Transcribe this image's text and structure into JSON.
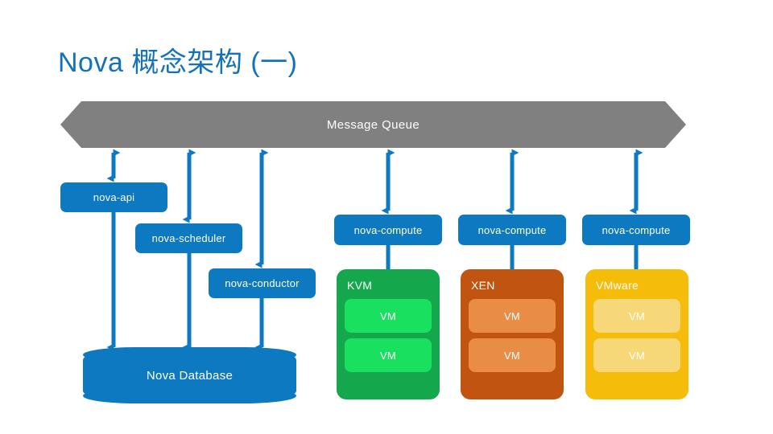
{
  "slide": {
    "title": "Nova 概念架构 (一)",
    "title_color": "#1473b8",
    "background": "#ffffff"
  },
  "message_queue": {
    "label": "Message Queue",
    "color": "#808080",
    "text_color": "#ffffff"
  },
  "services": {
    "accent_color": "#0d79c0",
    "nova_api": "nova-api",
    "nova_scheduler": "nova-scheduler",
    "nova_conductor": "nova-conductor",
    "nova_compute_1": "nova-compute",
    "nova_compute_2": "nova-compute",
    "nova_compute_3": "nova-compute"
  },
  "database": {
    "label": "Nova Database",
    "color": "#0d79c0"
  },
  "hypervisors": [
    {
      "name": "KVM",
      "color": "#14a74b",
      "vm_color": "#19e05e",
      "vms": [
        {
          "label": "VM"
        },
        {
          "label": "VM"
        }
      ]
    },
    {
      "name": "XEN",
      "color": "#c05410",
      "vm_color": "#e98c46",
      "vms": [
        {
          "label": "VM"
        },
        {
          "label": "VM"
        }
      ]
    },
    {
      "name": "VMware",
      "color": "#f5bc09",
      "vm_color": "#f7d878",
      "vms": [
        {
          "label": "VM"
        },
        {
          "label": "VM"
        }
      ]
    }
  ],
  "connectors": {
    "color": "#0d79c0",
    "mq_to_api": "double-arrow",
    "mq_to_scheduler": "double-arrow",
    "mq_to_conductor": "double-arrow",
    "mq_to_compute_1": "double-arrow",
    "mq_to_compute_2": "double-arrow",
    "mq_to_compute_3": "double-arrow",
    "api_to_db": "down-arrow",
    "scheduler_to_db": "down-arrow",
    "conductor_to_db": "down-arrow",
    "compute_to_hypervisor": "line"
  }
}
